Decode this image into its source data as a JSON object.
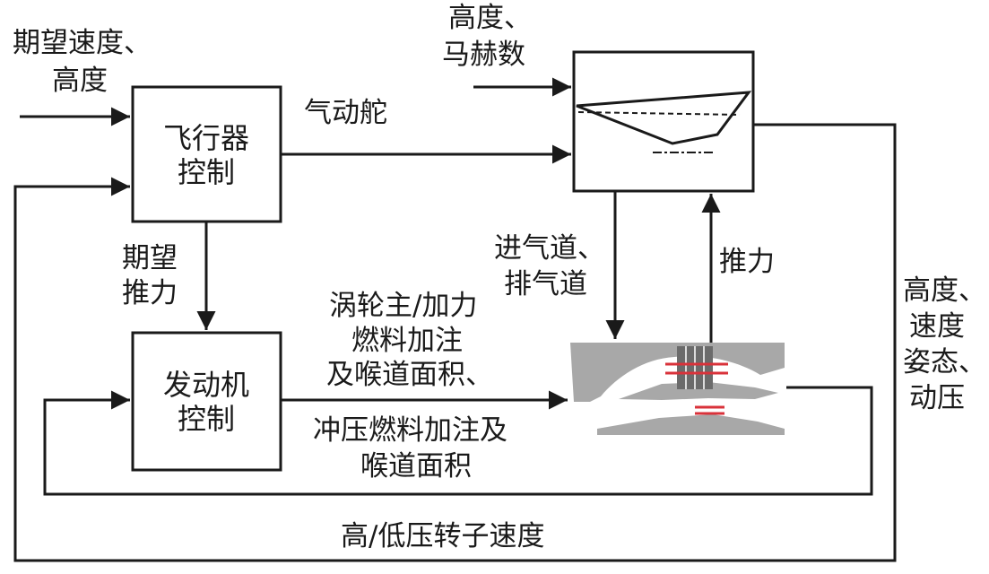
{
  "blocks": {
    "flight_controller": [
      "飞行器",
      "控制"
    ],
    "engine_controller": [
      "发动机",
      "控制"
    ]
  },
  "labels": {
    "desired_speed_altitude": [
      "期望速度、",
      "高度"
    ],
    "altitude_mach": [
      "高度、",
      "马赫数"
    ],
    "rudder": "气动舵",
    "desired_thrust": [
      "期望",
      "推力"
    ],
    "inlet_exhaust": [
      "进气道、",
      "排气道"
    ],
    "thrust": "推力",
    "turbo_fuel": [
      "涡轮主/加力",
      "燃料加注",
      "及喉道面积、"
    ],
    "ram_fuel": [
      "冲压燃料加注及",
      "喉道面积"
    ],
    "states": [
      "高度、",
      "速度",
      "姿态、",
      "动压"
    ],
    "rotor_speed": "高/低压转子速度"
  },
  "colors": {
    "line": "#1a1a1a",
    "engine_body": "#a8a8a8",
    "engine_dark": "#6b6b6b",
    "engine_red": "#d9323a"
  }
}
